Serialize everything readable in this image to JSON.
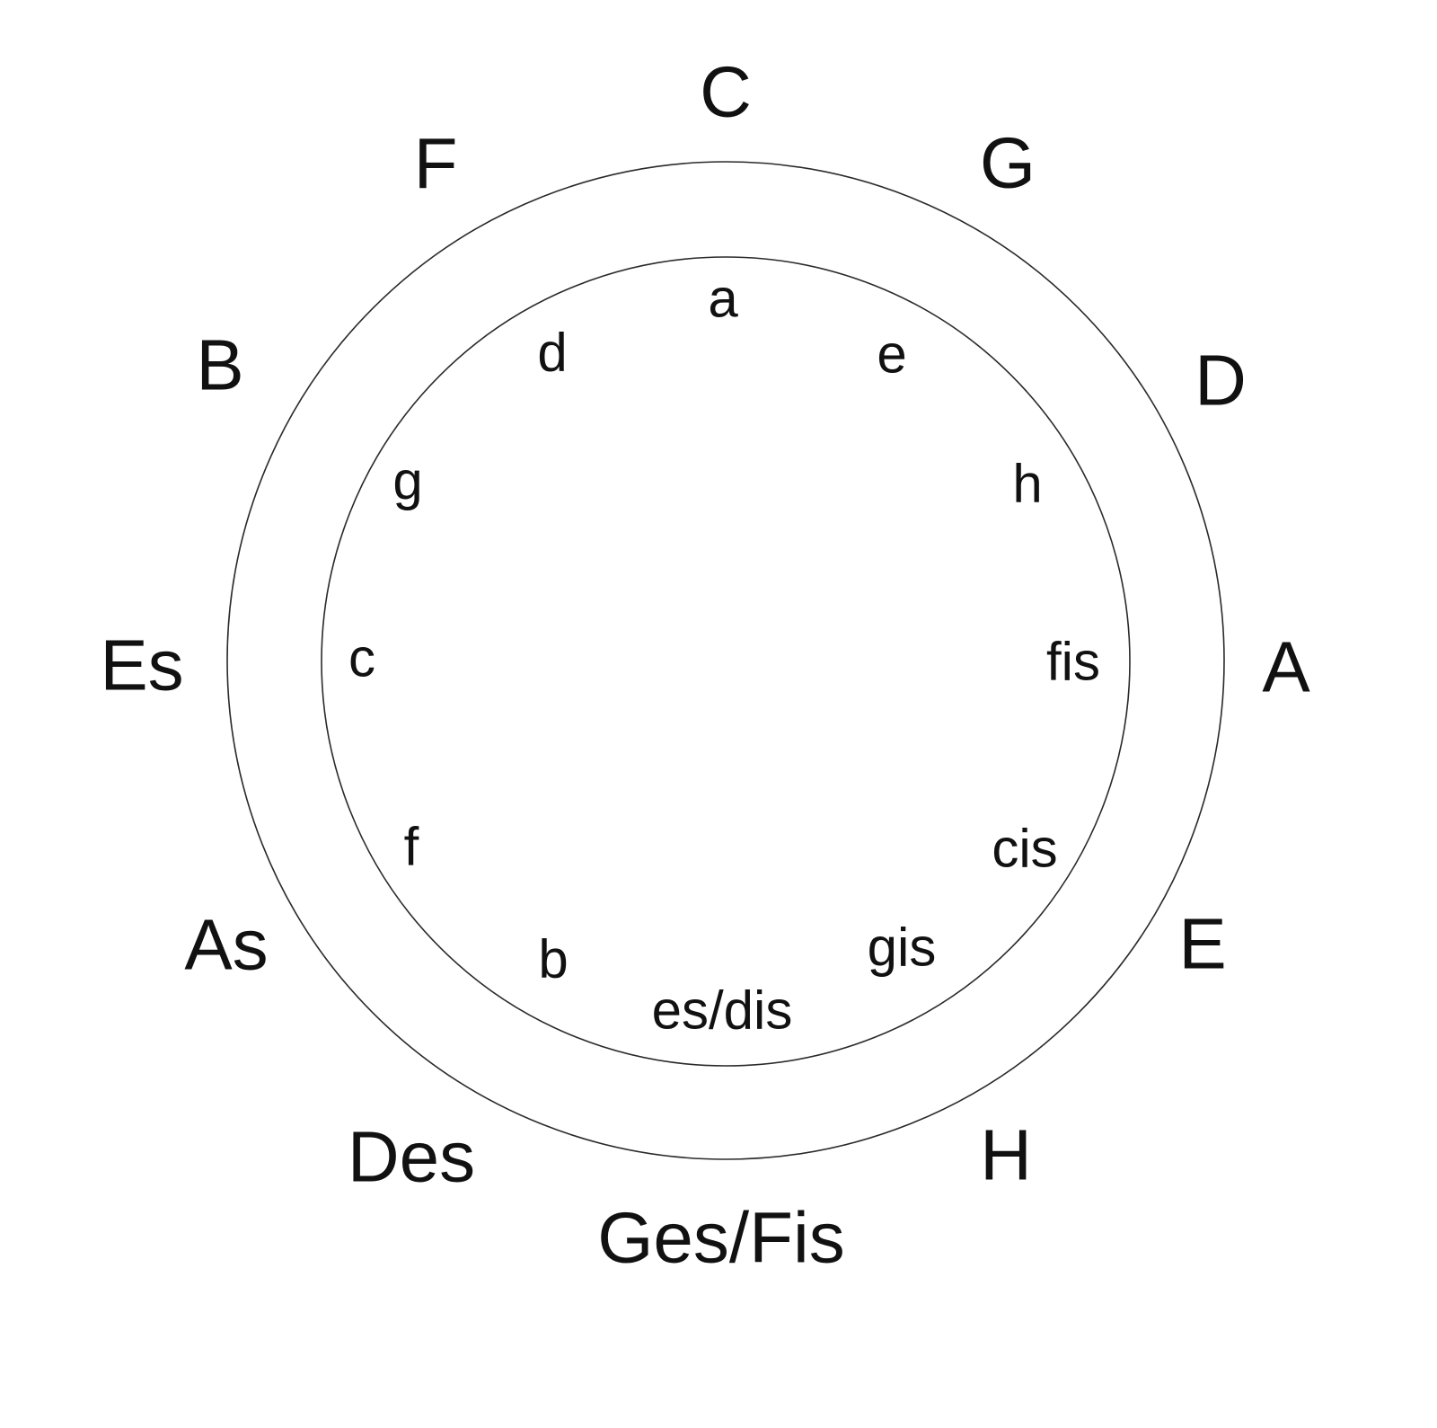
{
  "major_keys": [
    "C",
    "G",
    "D",
    "A",
    "E",
    "H",
    "Ges/Fis",
    "Des",
    "As",
    "Es",
    "B",
    "F"
  ],
  "minor_keys": [
    "a",
    "e",
    "h",
    "fis",
    "cis",
    "gis",
    "es/dis",
    "b",
    "f",
    "c",
    "g",
    "d"
  ],
  "colors": {
    "background": "#ffffff",
    "text": "#111111",
    "ring_stroke": "#2a2a2a"
  }
}
